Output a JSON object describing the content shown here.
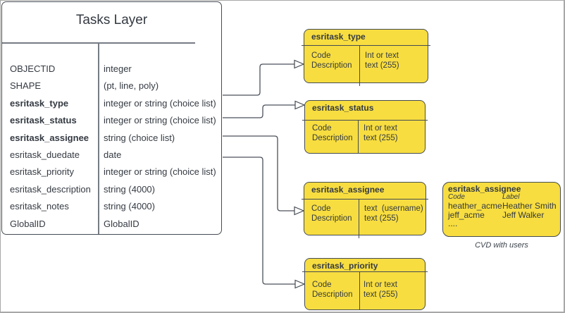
{
  "colors": {
    "box_fill": "#f7dd40",
    "line": "#454c54",
    "text": "#343a42",
    "frame": "#a8a8a8"
  },
  "tasks_layer": {
    "title": "Tasks Layer",
    "fields": [
      {
        "name": "OBJECTID",
        "type": "integer"
      },
      {
        "name": "SHAPE",
        "type": "(pt, line, poly)"
      },
      {
        "name": "esritask_type",
        "type": "integer or string (choice list)"
      },
      {
        "name": "esritask_status",
        "type": "integer or string (choice list)"
      },
      {
        "name": "esritask_assignee",
        "type": "string (choice list)"
      },
      {
        "name": "esritask_duedate",
        "type": "date"
      },
      {
        "name": "esritask_priority",
        "type": "integer or string (choice list)"
      },
      {
        "name": "esritask_description",
        "type": "string (4000)"
      },
      {
        "name": "esritask_notes",
        "type": "string (4000)"
      },
      {
        "name": "GlobalID",
        "type": "GlobalID"
      }
    ]
  },
  "choice_tables": [
    {
      "title": "esritask_type",
      "left": [
        "Code",
        "Description"
      ],
      "right": [
        "Int or text",
        "text (255)"
      ]
    },
    {
      "title": "esritask_status",
      "left": [
        "Code",
        "Description"
      ],
      "right": [
        "Int or text",
        "text (255)"
      ]
    },
    {
      "title": "esritask_assignee",
      "left": [
        "Code",
        "Description"
      ],
      "right": [
        "text  (username)",
        "text (255)"
      ]
    },
    {
      "title": "esritask_priority",
      "left": [
        "Code",
        "Description"
      ],
      "right": [
        "Int or text",
        "text (255)"
      ]
    }
  ],
  "assignee_values": {
    "title": "esritask_assignee",
    "columns": [
      "Code",
      "Label"
    ],
    "rows": [
      [
        "heather_acme",
        "Heather Smith"
      ],
      [
        "jeff_acme",
        "Jeff Walker"
      ],
      [
        "....",
        ""
      ]
    ],
    "caption": "CVD with users"
  }
}
